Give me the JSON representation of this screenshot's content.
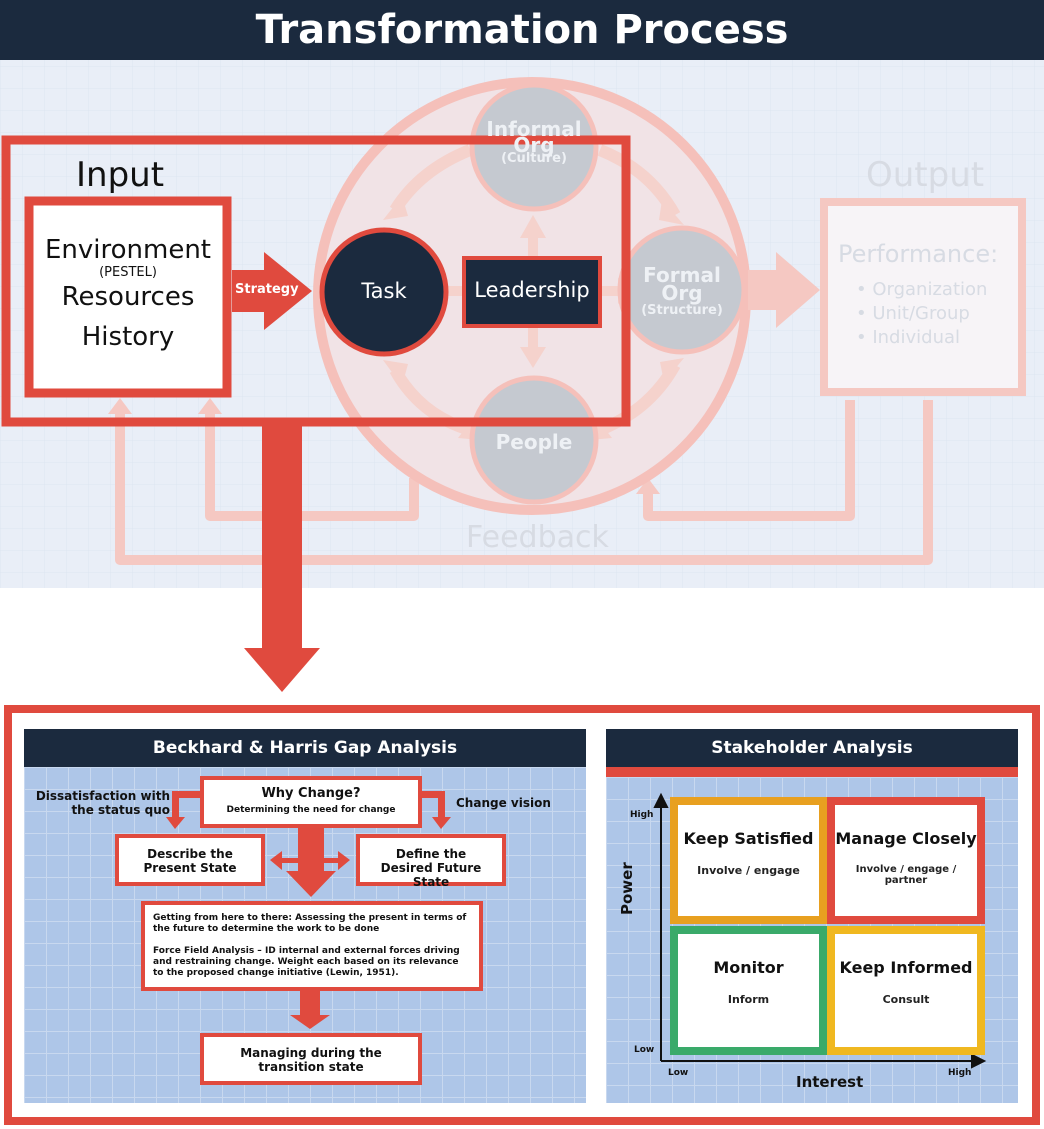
{
  "title": "Transformation Process",
  "top": {
    "input_label": "Input",
    "output_label": "Output",
    "input_box": {
      "line1": "Environment",
      "line2": "(PESTEL)",
      "line3": "Resources",
      "line4": "History"
    },
    "strategy": "Strategy",
    "task": "Task",
    "leadership": "Leadership",
    "informal": {
      "line1": "Informal",
      "line2": "Org",
      "line3": "(Culture)"
    },
    "formal": {
      "line1": "Formal",
      "line2": "Org",
      "line3": "(Structure)"
    },
    "people": "People",
    "performance": "Performance:",
    "performance_items": [
      "Organization",
      "Unit/Group",
      "Individual"
    ],
    "feedback": "Feedback"
  },
  "gap": {
    "title": "Beckhard & Harris Gap Analysis",
    "why_title": "Why Change?",
    "why_sub": "Determining the need for change",
    "dissatisfaction": "Dissatisfaction with the status quo",
    "vision": "Change vision",
    "present": "Describe the Present State",
    "future": "Define the Desired Future State",
    "getting_p1": "Getting from here to there:  Assessing the present in terms of the future to determine the work to be done",
    "getting_p2": "Force Field Analysis – ID internal and external forces driving and restraining change.  Weight each based on its relevance to the proposed change initiative (Lewin, 1951).",
    "managing": "Managing during the transition state"
  },
  "stakeholder": {
    "title": "Stakeholder Analysis",
    "y_axis": "Power",
    "x_axis": "Interest",
    "high_y": "High",
    "low_y": "Low",
    "low_x": "Low",
    "high_x": "High",
    "quadrants": [
      {
        "title": "Keep Satisfied",
        "sub": "Involve / engage",
        "color": "#e8a020"
      },
      {
        "title": "Manage Closely",
        "sub": "Involve / engage / partner",
        "color": "#e04a3e"
      },
      {
        "title": "Monitor",
        "sub": "Inform",
        "color": "#3aaa6a"
      },
      {
        "title": "Keep Informed",
        "sub": "Consult",
        "color": "#f0b820"
      }
    ]
  },
  "colors": {
    "navy": "#1b2a3e",
    "red": "#e04a3e",
    "faded_red": "#f5c0ba",
    "gray": "#b8bec8"
  }
}
